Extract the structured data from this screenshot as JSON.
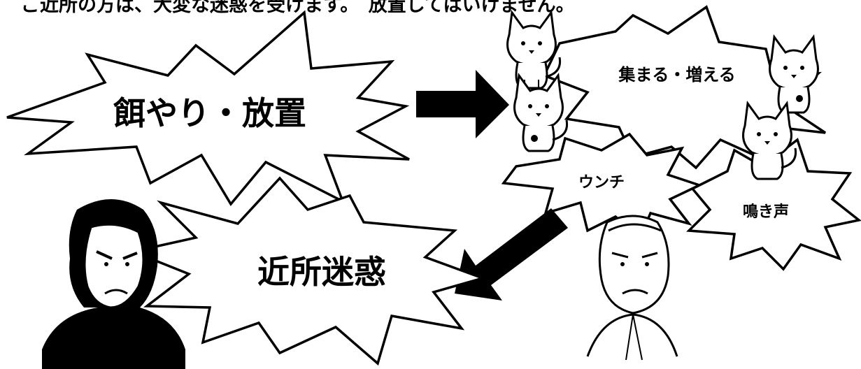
{
  "header": {
    "text": "ご近所の方は、大変な迷惑を受けます。　放置してはいけません。"
  },
  "bursts": {
    "feeding": "餌やり・放置",
    "gather": "集まる・増える",
    "poop": "ウンチ",
    "meow": "鳴き声",
    "nuisance": "近所迷惑"
  },
  "colors": {
    "ink": "#000000",
    "paper": "#ffffff"
  },
  "icons": {
    "cats": "cat-icon",
    "arrows": "arrow-icon",
    "people": "angry-neighbor-icon"
  }
}
